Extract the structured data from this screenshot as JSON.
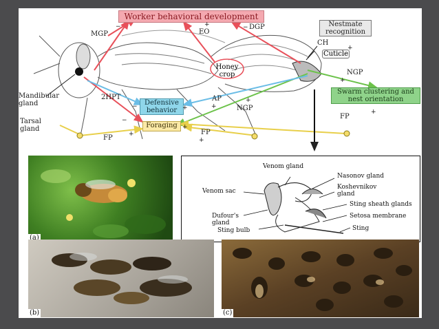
{
  "title": "Worker behavioral development",
  "boxes": {
    "nestmate": "Nestmate recognition",
    "swarm": "Swarm clustering and nest orientation",
    "defensive": "Defensive behavior",
    "foraging": "Foraging"
  },
  "labels": {
    "mgp": "MGP",
    "eo": "EO",
    "dgp": "DGP",
    "ch": "CH",
    "cuticle": "Cuticle",
    "honey_crop": "Honey crop",
    "ngp_right": "NGP",
    "mandibular_gland": "Mandibular gland",
    "hpt": "2HPT",
    "ap": "AP",
    "ngp_mid": "NGP",
    "tarsal_gland": "Tarsal gland",
    "fp_left": "FP",
    "fp_mid": "FP",
    "fp_right": "FP"
  },
  "signs": {
    "mgp": "−",
    "eo": "+",
    "dgp": "−",
    "ch": "+",
    "ngp_right": "+",
    "hpt": "−",
    "ap": "+",
    "ngp_mid": "+",
    "defensive": "+",
    "foraging_minus": "−",
    "foraging_plus": "+",
    "fp_left": "+",
    "fp_mid": "+",
    "fp_right": "+"
  },
  "sting_labels": {
    "venom_gland": "Venom gland",
    "nasonov_gland": "Nasonov gland",
    "venom_sac": "Venom sac",
    "koshevnikov_gland": "Koshevnikov gland",
    "sting_sheath_glands": "Sting sheath glands",
    "dufours_gland": "Dufour's gland",
    "setosa_membrane": "Setosa membrane",
    "sting_bulb": "Sting bulb",
    "sting": "Sting"
  },
  "captions": {
    "a": "(a)",
    "b": "(b)",
    "c": "(c)"
  },
  "colors": {
    "title_box": "#f4a9b0",
    "swarm_box": "#8fd38a",
    "defensive_box": "#8fd6ea",
    "foraging_box": "#fbe9a6",
    "red_arrow": "#e8505a",
    "green_arrow": "#6cc24a",
    "yellow_arrow": "#f4dc6a",
    "blue_arrow": "#6bbde6"
  },
  "icons": {
    "pointer_arrow": "down-arrow-icon"
  }
}
